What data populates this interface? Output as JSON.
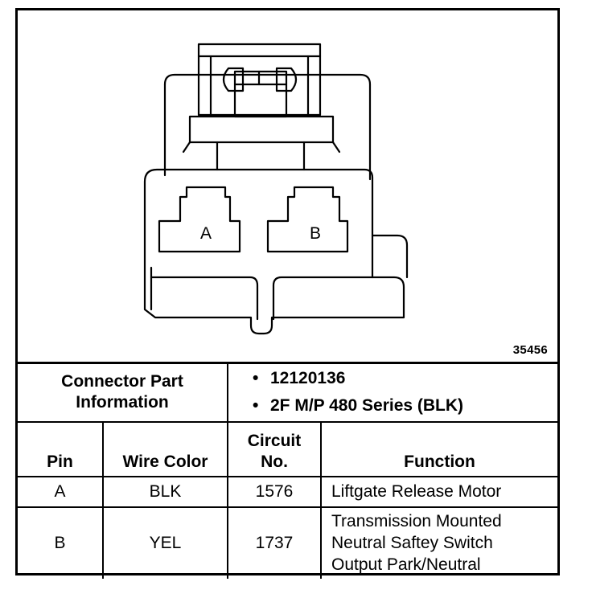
{
  "diagram": {
    "pin_labels": [
      "A",
      "B"
    ],
    "figure_number": "35456"
  },
  "connector": {
    "label_line1": "Connector Part",
    "label_line2": "Information",
    "part_items": [
      "12120136",
      "2F M/P 480 Series (BLK)"
    ]
  },
  "table": {
    "headers": {
      "pin": "Pin",
      "wire_color": "Wire Color",
      "circuit_line1": "Circuit",
      "circuit_line2": "No.",
      "function": "Function"
    },
    "rows": [
      {
        "pin": "A",
        "wire_color": "BLK",
        "circuit": "1576",
        "function_lines": [
          "Liftgate Release Motor"
        ]
      },
      {
        "pin": "B",
        "wire_color": "YEL",
        "circuit": "1737",
        "function_lines": [
          "Transmission Mounted",
          "Neutral Saftey Switch",
          "Output Park/Neutral"
        ]
      }
    ]
  }
}
